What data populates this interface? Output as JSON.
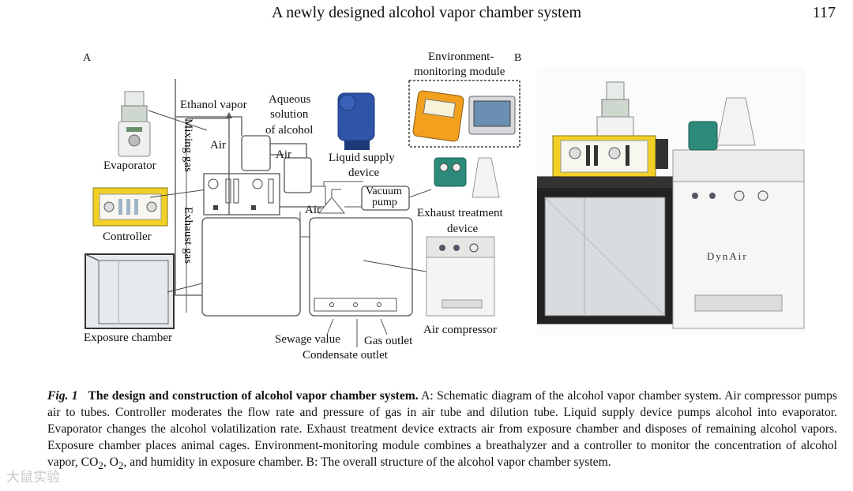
{
  "header": {
    "title": "A newly designed alcohol vapor chamber system",
    "page_number": "117"
  },
  "panel_a": {
    "letter": "A",
    "labels": {
      "evaporator": "Evaporator",
      "controller": "Controller",
      "exposure_chamber": "Exposure chamber",
      "ethanol_vapor": "Ethanol vapor",
      "air_1": "Air",
      "air_2": "Air",
      "air_3": "Air",
      "mixing_gas": "Mixing gas",
      "exhaust_gas": "Exhaust gas",
      "aqueous_1": "Aqueous",
      "aqueous_2": "solution",
      "aqueous_3": "of alcohol",
      "liquid_supply_1": "Liquid supply",
      "liquid_supply_2": "device",
      "vacuum": "Vacuum",
      "pump": "pump",
      "exhaust_treatment_1": "Exhaust treatment",
      "exhaust_treatment_2": "device",
      "env_module_1": "Environment-",
      "env_module_2": "monitoring module",
      "air_compressor": "Air compressor",
      "sewage_value": "Sewage value",
      "gas_outlet": "Gas outlet",
      "condensate_outlet": "Condensate outlet"
    }
  },
  "panel_b": {
    "letter": "B",
    "brand": "DynAir"
  },
  "caption": {
    "fig_label": "Fig. 1",
    "title": "The design and construction of alcohol vapor chamber system.",
    "text_1": "A: Schematic diagram of the alcohol vapor chamber system. Air compressor pumps air to tubes. Controller moderates the flow rate and pressure of gas in air tube and dilution tube. Liquid supply device pumps alcohol into evaporator. Evaporator changes the alcohol volatilization rate. Exhaust treatment device extracts air from exposure chamber and disposes of remaining alcohol vapors. Exposure chamber places animal cages. Environment-monitoring module combines a breathalyzer and a controller to monitor the concentration of alcohol vapor, CO",
    "sub_co2": "2",
    "comma_1": ", O",
    "sub_o2": "2",
    "text_2": ", and humidity in exposure chamber. B: The overall structure of the alcohol vapor chamber system."
  },
  "watermark": "大鼠实验"
}
